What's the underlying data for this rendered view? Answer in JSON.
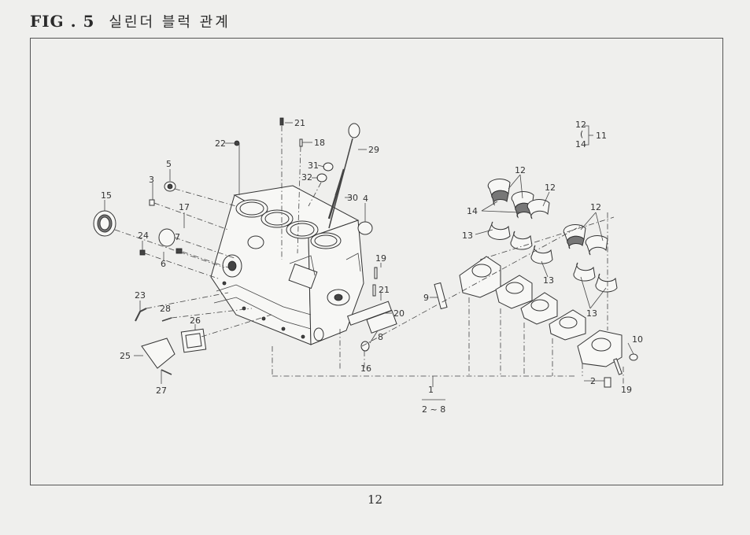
{
  "figure": {
    "number": "FIG . 5",
    "title_korean": "실린더 블럭 관계",
    "page_number": "12"
  },
  "callouts": {
    "c1": "1",
    "c2a": "2",
    "c2_8": "2 ~ 8",
    "c3": "3",
    "c4": "4",
    "c5": "5",
    "c6": "6",
    "c7": "7",
    "c8": "8",
    "c9": "9",
    "c10": "10",
    "c11": "11",
    "c12a": "12",
    "c12b": "12",
    "c12c": "12",
    "c12d": "12",
    "c13a": "13",
    "c13b": "13",
    "c13c": "13",
    "c14a": "14",
    "c14b": "14",
    "c15": "15",
    "c16": "16",
    "c17": "17",
    "c18": "18",
    "c19a": "19",
    "c19b": "19",
    "c20": "20",
    "c21a": "21",
    "c21b": "21",
    "c22": "22",
    "c23": "23",
    "c24": "24",
    "c25": "25",
    "c26": "26",
    "c27": "27",
    "c28": "28",
    "c29": "29",
    "c30": "30",
    "c31": "31",
    "c32": "32"
  }
}
